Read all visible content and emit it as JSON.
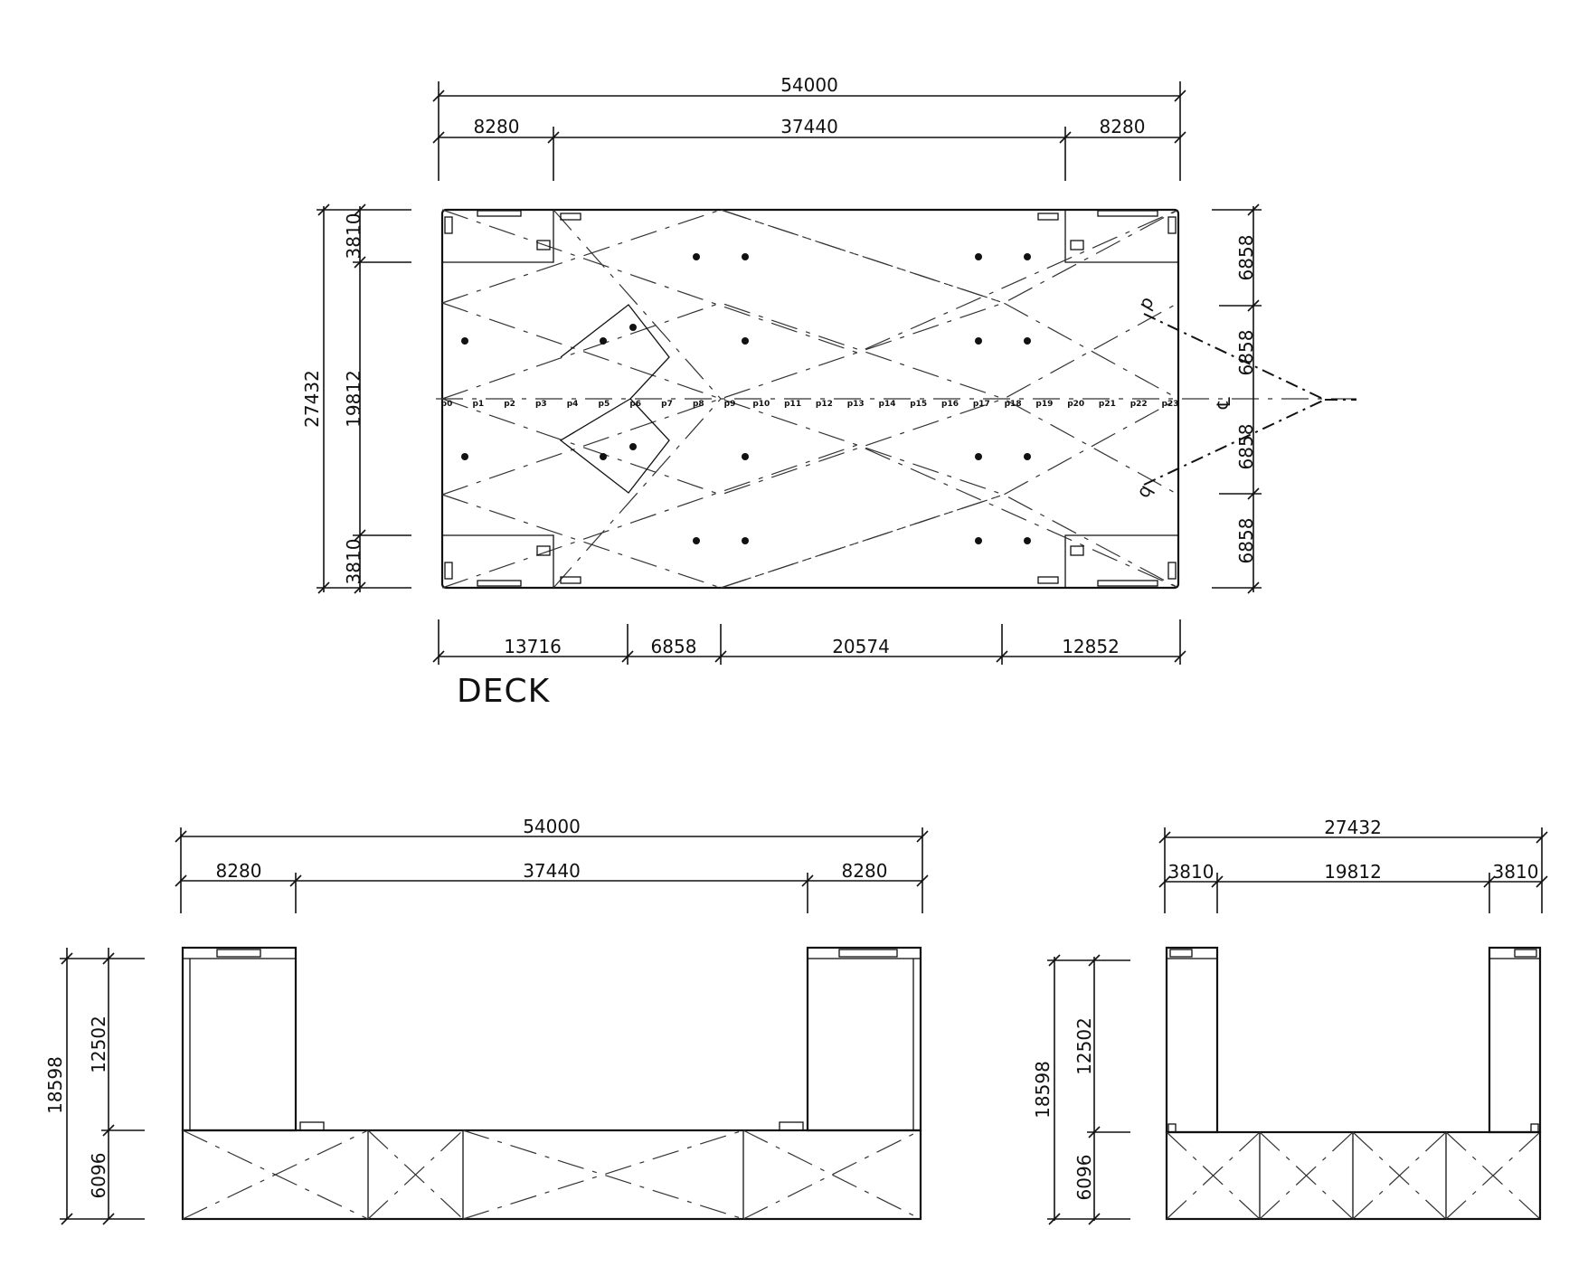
{
  "plan": {
    "title": "DECK",
    "top_overall": "54000",
    "top_left": "8280",
    "top_mid": "37440",
    "top_right": "8280",
    "left_overall": "27432",
    "left_mid": "19812",
    "left_top": "3810",
    "left_bottom": "3810",
    "right_1": "6858",
    "right_2": "6858",
    "right_3": "6858",
    "right_4": "6858",
    "bottom_1": "13716",
    "bottom_2": "6858",
    "bottom_3": "20574",
    "bottom_4": "12852",
    "marker_p": "p",
    "marker_q": "q",
    "centerline_mark": "℄"
  },
  "frames": [
    "p0",
    "p1",
    "p2",
    "p3",
    "p4",
    "p5",
    "p6",
    "p7",
    "p8",
    "p9",
    "p10",
    "p11",
    "p12",
    "p13",
    "p14",
    "p15",
    "p16",
    "p17",
    "p18",
    "p19",
    "p20",
    "p21",
    "p22",
    "p23"
  ],
  "side_elevation": {
    "overall": "54000",
    "left": "8280",
    "mid": "37440",
    "right": "8280",
    "height_overall": "18598",
    "height_upper": "12502",
    "height_lower": "6096"
  },
  "end_elevation": {
    "overall": "27432",
    "left": "3810",
    "mid": "19812",
    "right": "3810",
    "height_overall": "18598",
    "height_upper": "12502",
    "height_lower": "6096"
  }
}
